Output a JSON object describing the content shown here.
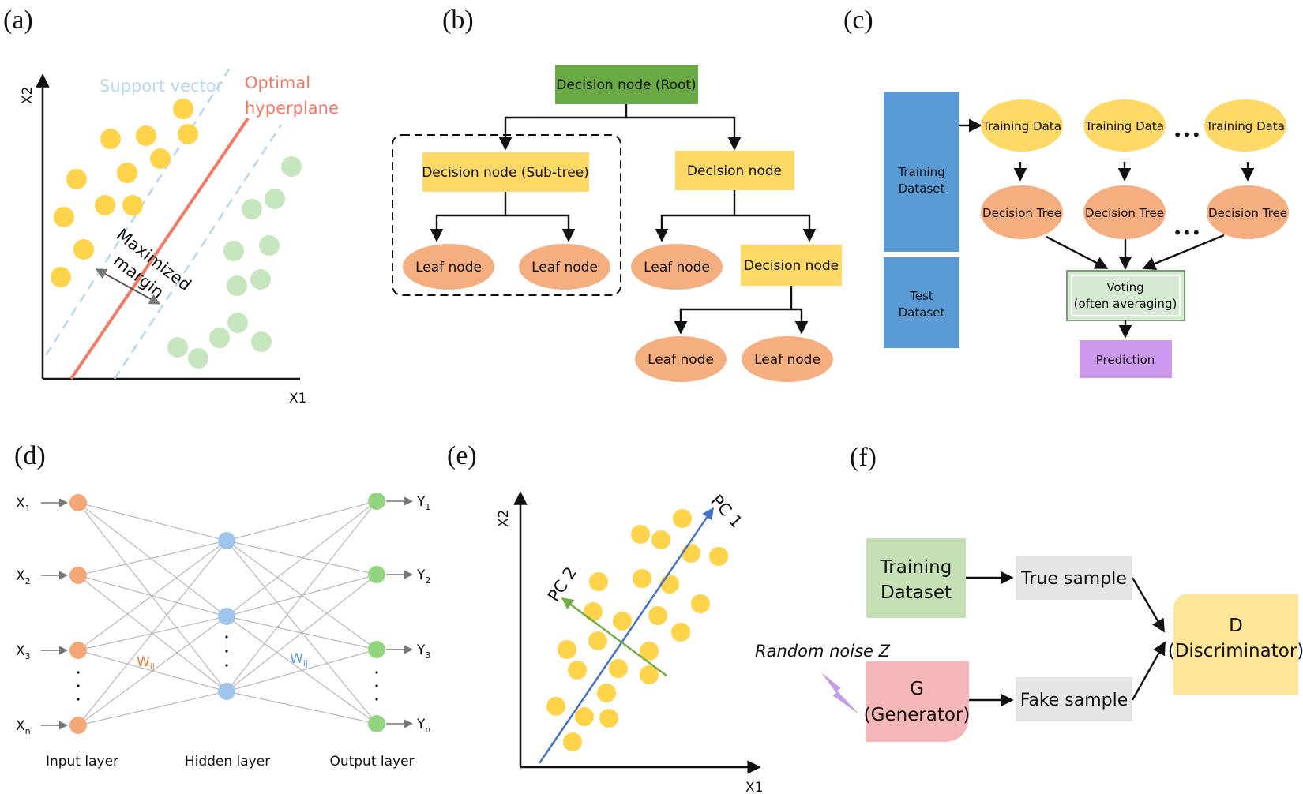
{
  "panels": {
    "a": {
      "label": "(a)",
      "support_vector": "Support vector",
      "optimal_hyperplane": [
        "Optimal",
        "hyperplane"
      ],
      "margin": [
        "Maximized",
        "margin"
      ],
      "x_axis": "X1",
      "y_axis": "X2",
      "colors": {
        "class1": "#ffd34a",
        "class2": "#c6e6bd",
        "hyperplane": "#f27a66",
        "support": "#b9d7ee"
      }
    },
    "b": {
      "label": "(b)",
      "root": "Decision node (Root)",
      "subtree": "Decision node (Sub-tree)",
      "decision": "Decision node",
      "leaf": "Leaf node",
      "colors": {
        "root": "#6aaa45",
        "decision": "#ffd966",
        "leaf": "#f4ae80"
      }
    },
    "c": {
      "label": "(c)",
      "training_dataset": [
        "Training",
        "Dataset"
      ],
      "test_dataset": [
        "Test",
        "Dataset"
      ],
      "training_data": "Training Data",
      "decision_tree": "Decision Tree",
      "ellipsis": "•••",
      "voting": [
        "Voting",
        "(often averaging)"
      ],
      "prediction": "Prediction",
      "colors": {
        "dataset": "#5b9bd5",
        "ellipse": "#ffd966",
        "tree": "#f4ae80",
        "voting": "#d6ead3",
        "prediction": "#cc99ee"
      }
    },
    "d": {
      "label": "(d)",
      "inputs": [
        {
          "base": "X",
          "sub": "1"
        },
        {
          "base": "X",
          "sub": "2"
        },
        {
          "base": "X",
          "sub": "3"
        },
        {
          "base": "X",
          "sub": "n"
        }
      ],
      "outputs": [
        {
          "base": "Y",
          "sub": "1"
        },
        {
          "base": "Y",
          "sub": "2"
        },
        {
          "base": "Y",
          "sub": "3"
        },
        {
          "base": "Y",
          "sub": "n"
        }
      ],
      "weight_in": {
        "base": "W",
        "sub": "ij"
      },
      "weight_out": {
        "base": "W",
        "sub": "ij"
      },
      "input_layer": "Input layer",
      "hidden_layer": "Hidden layer",
      "output_layer": "Output layer",
      "colors": {
        "input": "#f4a878",
        "hidden": "#9fc5ec",
        "output": "#93d47e",
        "w_in": "#e07b39",
        "w_out": "#5b9bd5"
      }
    },
    "e": {
      "label": "(e)",
      "pc1": "PC 1",
      "pc2": "PC 2",
      "x_axis": "X1",
      "y_axis": "X2",
      "colors": {
        "points": "#ffd34a",
        "pc1": "#4472c4",
        "pc2": "#70ad47"
      }
    },
    "f": {
      "label": "(f)",
      "training_dataset": [
        "Training",
        "Dataset"
      ],
      "true_sample": "True sample",
      "fake_sample": "Fake sample",
      "random_noise": "Random noise Z",
      "generator": [
        "G",
        "(Generator)"
      ],
      "discriminator": [
        "D",
        "(Discriminator)"
      ],
      "colors": {
        "training": "#c5e0b4",
        "sample": "#e7e6e6",
        "generator": "#f4b6b6",
        "discriminator": "#ffe699",
        "noise": "#c59ee6"
      }
    }
  }
}
